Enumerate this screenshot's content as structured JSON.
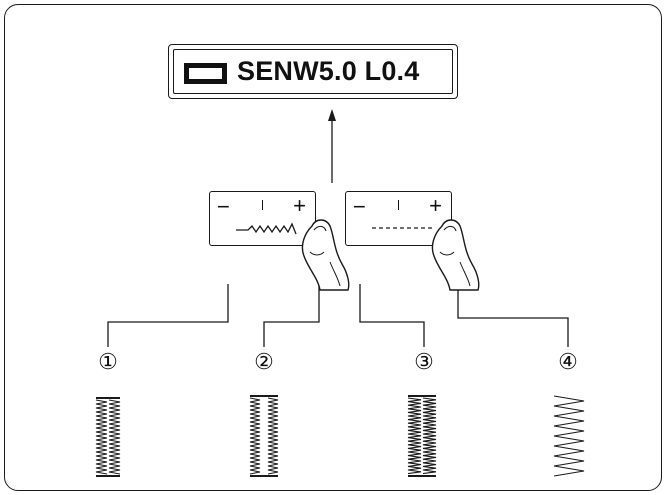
{
  "display": {
    "text": "SENW5.0 L0.4",
    "icon": "rectangle-stitch-icon"
  },
  "width_key": {
    "minus": "−",
    "plus": "+",
    "icon": "zigzag-width-icon"
  },
  "length_key": {
    "minus": "−",
    "plus": "+",
    "icon": "dashed-length-icon"
  },
  "callouts": [
    {
      "number": "①"
    },
    {
      "number": "②"
    },
    {
      "number": "③"
    },
    {
      "number": "④"
    }
  ],
  "colors": {
    "ink": "#1a1a1a",
    "paper": "#ffffff"
  }
}
